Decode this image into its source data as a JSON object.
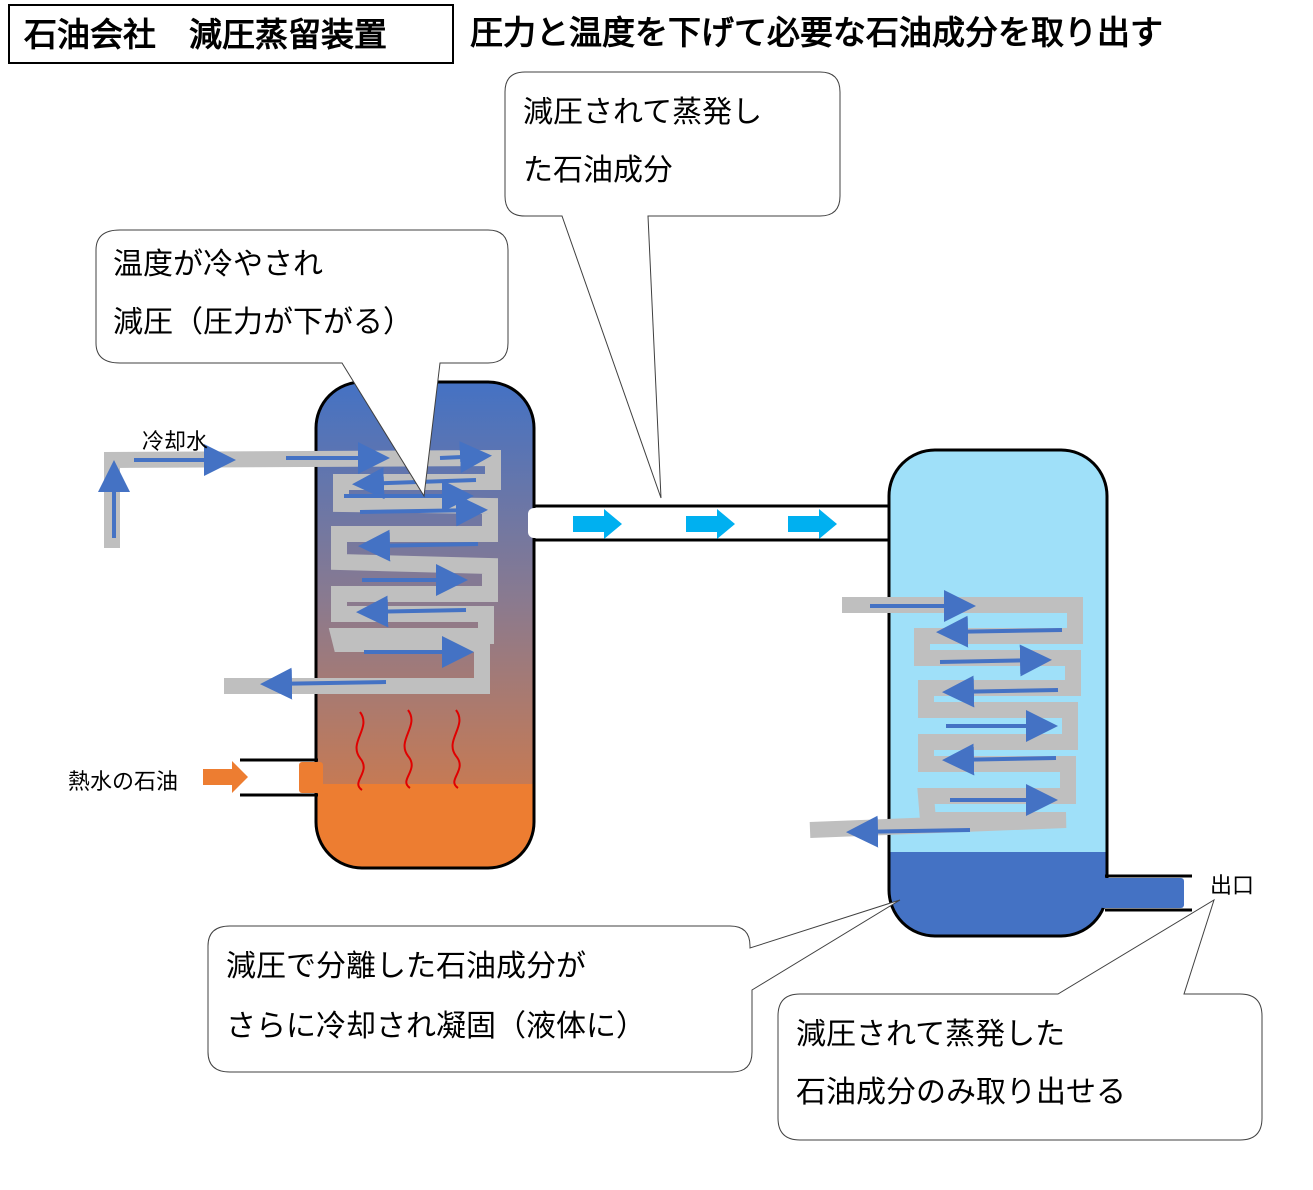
{
  "header": {
    "title": "石油会社　減圧蒸留装置",
    "subtitle": "圧力と温度を下げて必要な石油成分を取り出す"
  },
  "labels": {
    "cooling_water": "冷却水",
    "hot_oil": "熱水の石油",
    "outlet": "出口"
  },
  "callouts": {
    "top": [
      "減圧されて蒸発し",
      "た石油成分"
    ],
    "left": [
      "温度が冷やされ",
      "減圧（圧力が下がる）"
    ],
    "bottom_left": [
      "減圧で分離した石油成分が",
      "さらに冷却され凝固（液体に）"
    ],
    "bottom_right": [
      "減圧されて蒸発した",
      "石油成分のみ取り出せる"
    ]
  },
  "colors": {
    "vessel_top_blue": "#4472c4",
    "oil_orange": "#ed7d31",
    "light_blue": "#9fe0f9",
    "dark_blue": "#4472c4",
    "coil_gray": "#bfbfbf",
    "arrow_blue": "#4472c4",
    "vapor_arrow": "#00b0f0",
    "heat_red": "#e00000"
  }
}
